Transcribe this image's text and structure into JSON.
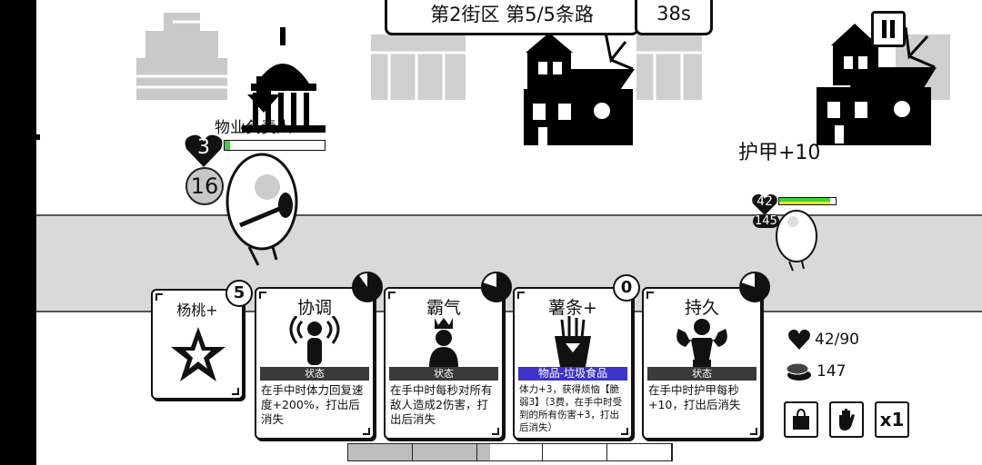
{
  "hud": {
    "location": "第2街区 第5/5条路",
    "timer": "38s"
  },
  "player": {
    "name": "物业负责人",
    "heart": "3",
    "hp_fraction": 0.05,
    "armor": "16"
  },
  "enemy": {
    "heart": "42",
    "shield": "145",
    "hp_fraction": 0.9,
    "floating_text": "护甲+10"
  },
  "deck_card": {
    "name": "杨桃+",
    "count": "5"
  },
  "cards": [
    {
      "title": "协调",
      "tag": "状态",
      "desc": "在手中时体力回复速度+200%，打出后消失",
      "icon": "broadcast-person-icon",
      "cooldown": 0.9
    },
    {
      "title": "霸气",
      "tag": "状态",
      "desc": "在手中时每秒对所有敌人造成2伤害，打出后消失",
      "icon": "crowned-person-icon",
      "cooldown": 0.8
    },
    {
      "title": "薯条+",
      "tag": "物品-垃圾食品",
      "desc": "体力+3，获得烦恼【脆弱3】（3费，在手中时受到的所有伤害+3，打出后消失）",
      "icon": "french-fries-icon",
      "cost": "0"
    },
    {
      "title": "持久",
      "tag": "状态",
      "desc": "在手中时护甲每秒+10，打出后消失",
      "icon": "muscle-icon",
      "cooldown": 0.8
    }
  ],
  "stats": {
    "hp": "42/90",
    "coins": "147"
  },
  "controls": {
    "speed_label": "x1"
  },
  "progress": {
    "segments": 5,
    "filled": 2.2
  },
  "colors": {
    "hp_green": "#3cd43c",
    "hp_yellow": "#e8e81c",
    "tag_blue": "#3d33c9"
  }
}
